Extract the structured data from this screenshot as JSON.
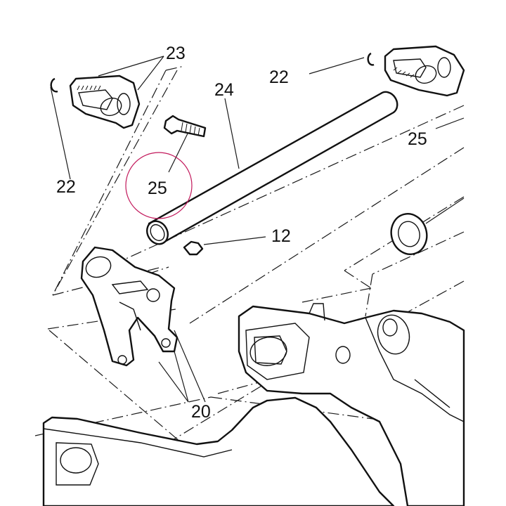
{
  "callouts": {
    "c23": "23",
    "c24": "24",
    "c22_left": "22",
    "c22_right": "22",
    "c25_left": "25",
    "c25_right": "25",
    "c12": "12",
    "c20": "20"
  },
  "colors": {
    "line": "#1a1a1a",
    "highlight_circle": "#c2185b"
  }
}
